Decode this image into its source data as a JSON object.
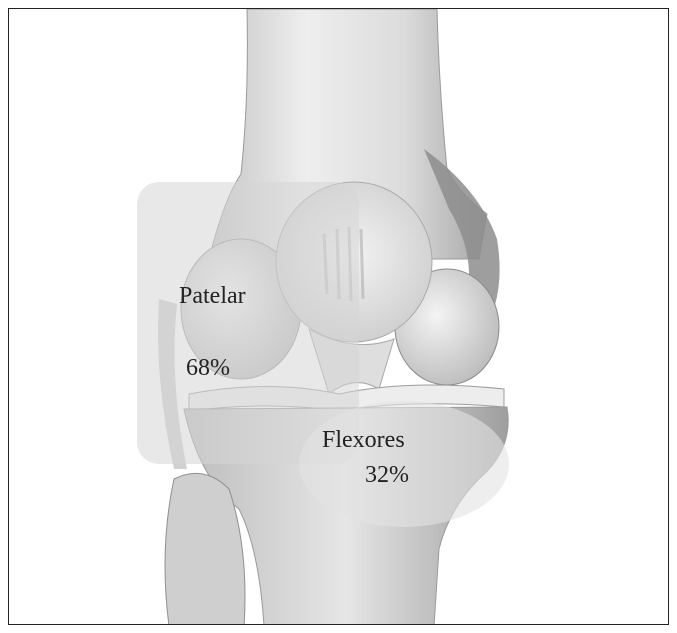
{
  "image": {
    "subject": "knee-joint-anatomy-illustration"
  },
  "regions": {
    "patellar": {
      "label": "Patelar",
      "value": "68%"
    },
    "flexors": {
      "label": "Flexores",
      "value": "32%"
    }
  },
  "colors": {
    "bone_light": "#e9e9e9",
    "bone_mid": "#cfcfcf",
    "bone_dark": "#8f8f8f",
    "overlay": "#d6d6d6",
    "text": "#222222"
  }
}
